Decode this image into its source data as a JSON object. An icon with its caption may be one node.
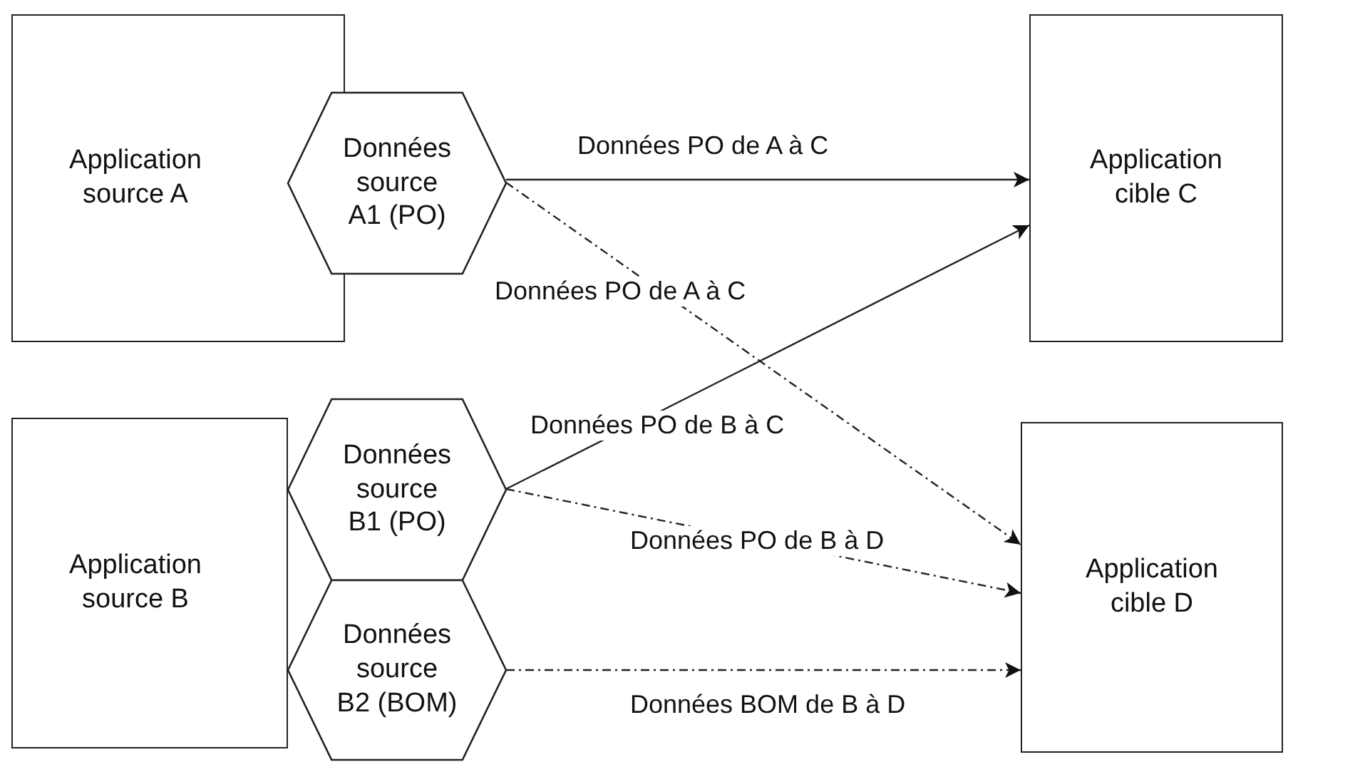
{
  "diagram": {
    "nodes": [
      {
        "text": [
          "Application source A"
        ]
      },
      {
        "text": [
          "Données source A1 (PO)"
        ]
      },
      {
        "text": [
          "Application source B"
        ]
      },
      {
        "text": [
          "Données source B1 (PO)"
        ]
      },
      {
        "text": [
          "Données source B2 (BOM)"
        ]
      },
      {
        "text": [
          "Application cible C"
        ]
      },
      {
        "text": [
          "Application cible D"
        ]
      }
    ],
    "edges": [
      {
        "from": 1,
        "to": 5,
        "arrow": "to",
        "label": "Données PO de A à C"
      },
      {
        "from": 1,
        "to": 6,
        "arrow": "to",
        "label": "Données PO de A à C",
        "style": "dashed"
      },
      {
        "from": 3,
        "to": 5,
        "arrow": "to",
        "label": "Données PO de B à C"
      },
      {
        "from": 3,
        "to": 6,
        "arrow": "to",
        "label": "Données PO de B à D",
        "style": "dashed"
      },
      {
        "from": 4,
        "to": 6,
        "arrow": "to",
        "label": "Données BOM de B à D",
        "style": "dashed"
      }
    ]
  }
}
